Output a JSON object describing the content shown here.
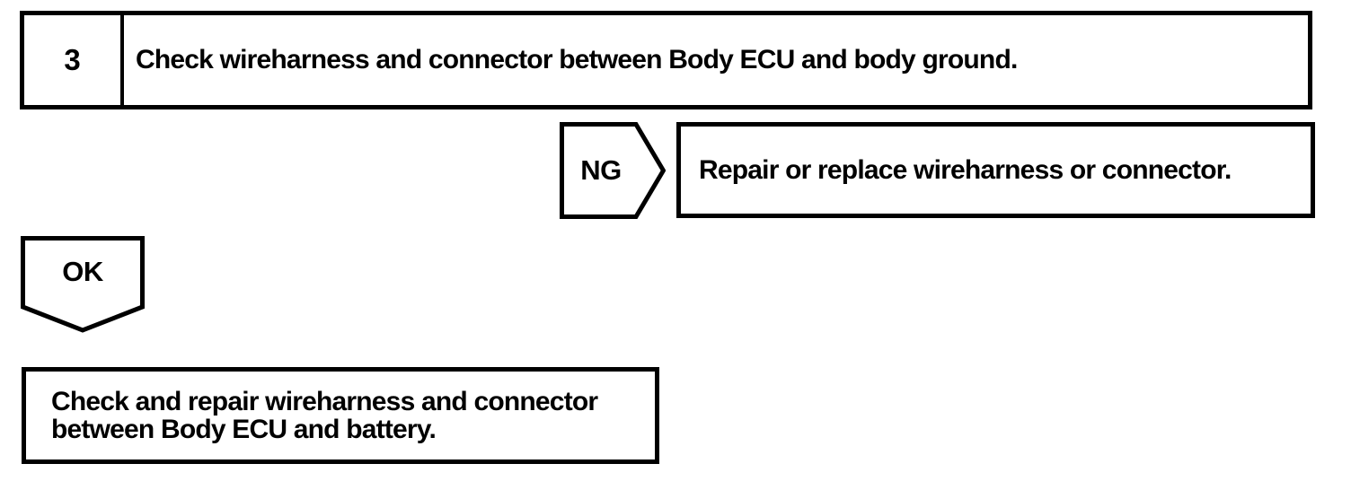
{
  "flowchart": {
    "step": {
      "number": "3",
      "instruction": "Check wireharness and connector between Body ECU and body ground."
    },
    "ng_branch": {
      "label": "NG",
      "action": "Repair or replace wireharness or connector."
    },
    "ok_branch": {
      "label": "OK",
      "action_line1": "Check and repair wireharness and connector",
      "action_line2": "between Body ECU and battery."
    },
    "colors": {
      "line": "#000000",
      "background": "#ffffff"
    }
  }
}
